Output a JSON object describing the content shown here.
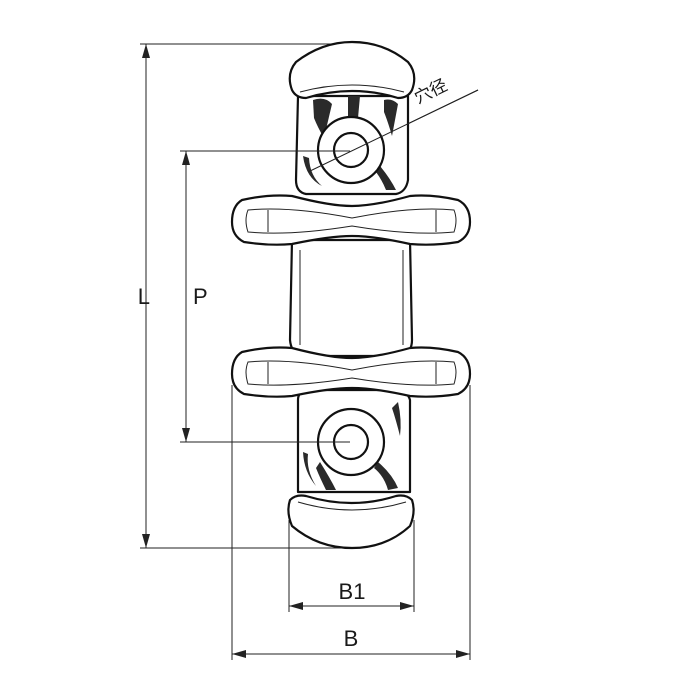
{
  "labels": {
    "length": "L",
    "pitch": "P",
    "hole_diameter": "穴径",
    "inner_width": "B1",
    "overall_width": "B"
  },
  "colors": {
    "line": "#111111",
    "shade": "#2a2a2a",
    "background": "#ffffff"
  }
}
